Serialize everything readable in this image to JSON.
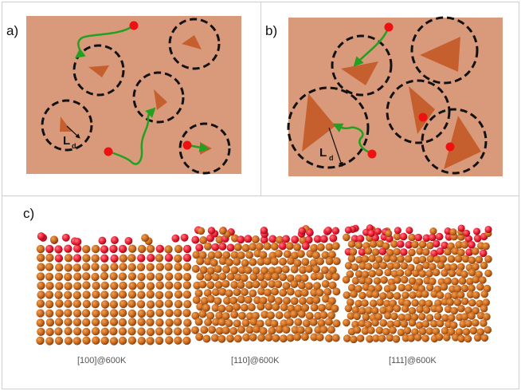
{
  "labels": {
    "a": "a)",
    "b": "b)",
    "c": "c)"
  },
  "diffusion_length": {
    "L": "L",
    "sub": "d"
  },
  "captions": [
    "[100]@600K",
    "[110]@600K",
    "[111]@600K"
  ],
  "colors": {
    "background": "#d99a7c",
    "triangle": "#c65f2e",
    "circle": "#111111",
    "adatom": "#ee1111",
    "arrow": "#22a020",
    "atom": "#c8681e",
    "surface_atom": "#e81a30"
  }
}
